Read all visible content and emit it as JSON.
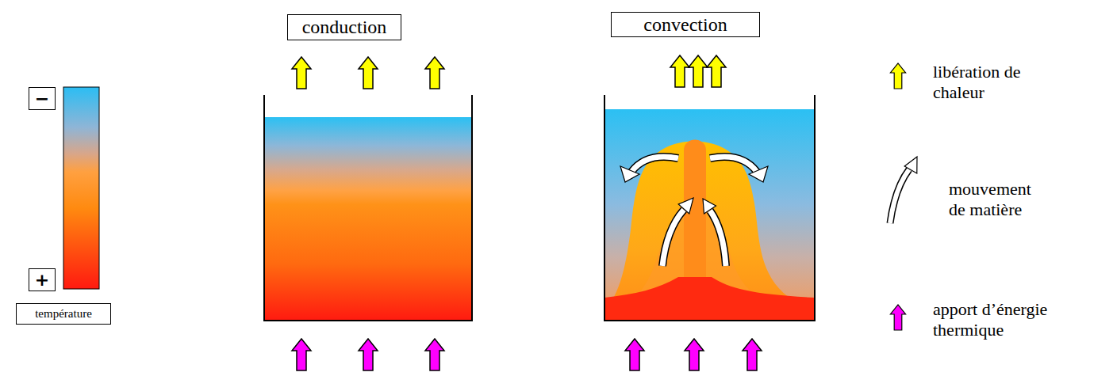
{
  "diagram": {
    "nodes": [
      {
        "text": [
          "−"
        ]
      },
      {
        "text": [
          "+"
        ]
      },
      {
        "text": [
          "température"
        ]
      },
      {
        "text": [
          "conduction"
        ]
      },
      {
        "text": [
          "convection"
        ]
      }
    ],
    "legend": [
      {
        "text": "libération de chaleur"
      },
      {
        "text": "mouvement de matière"
      },
      {
        "text": "apport d’énergie thermique"
      }
    ]
  }
}
